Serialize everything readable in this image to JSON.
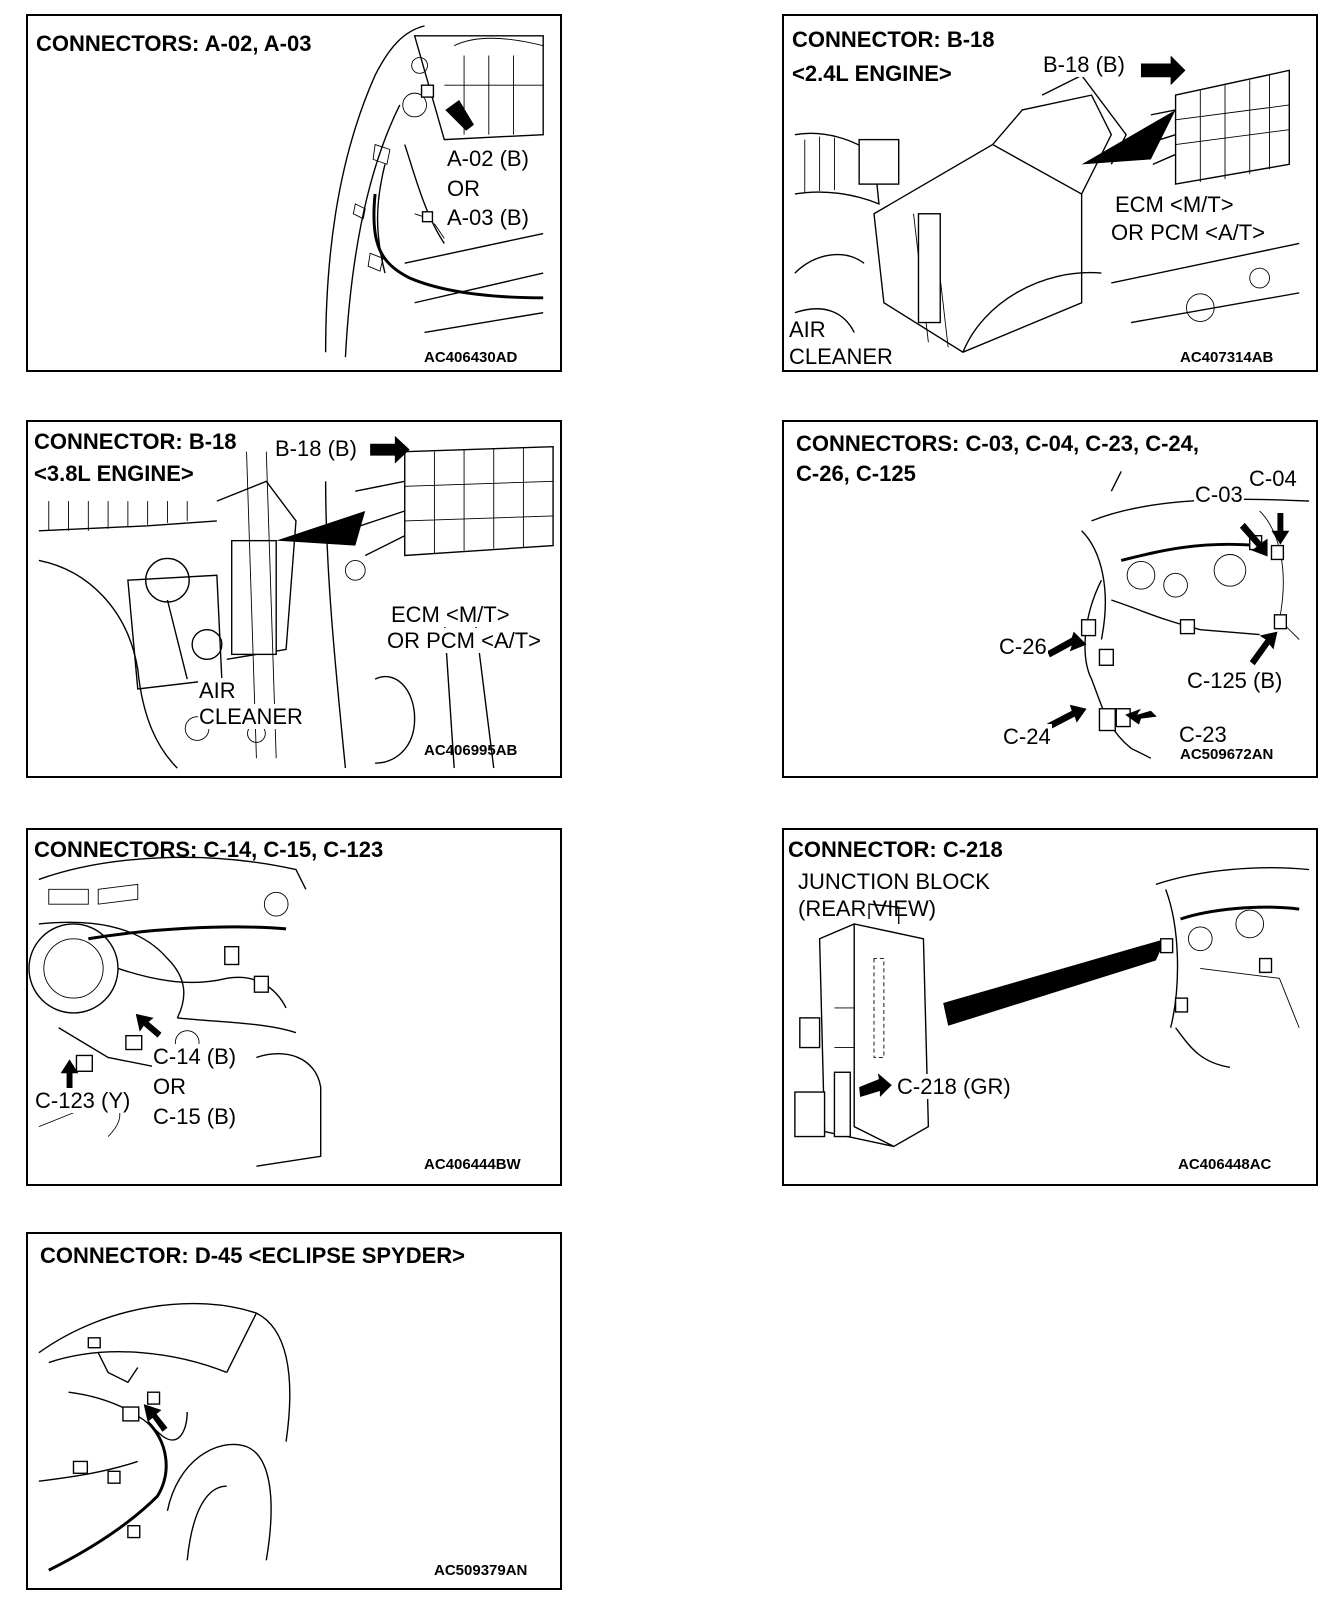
{
  "panels": {
    "p1": {
      "title": "CONNECTORS: A-02, A-03",
      "labels": [
        "A-02 (B)",
        "OR",
        "A-03 (B)"
      ],
      "code": "AC406430AD"
    },
    "p2": {
      "title": "CONNECTOR: B-18",
      "subtitle": "<2.4L ENGINE>",
      "labels": [
        "B-18 (B)",
        "ECM <M/T>",
        "OR PCM <A/T>",
        "AIR",
        "CLEANER"
      ],
      "code": "AC407314AB"
    },
    "p3": {
      "title": "CONNECTOR: B-18",
      "subtitle": "<3.8L ENGINE>",
      "labels": [
        "B-18 (B)",
        "ECM <M/T>",
        "OR PCM <A/T>",
        "AIR",
        "CLEANER"
      ],
      "code": "AC406995AB"
    },
    "p4": {
      "title": "CONNECTORS: C-03, C-04, C-23, C-24,",
      "title2": "C-26, C-125",
      "labels": [
        "C-03",
        "C-04",
        "C-26",
        "C-125 (B)",
        "C-24",
        "C-23"
      ],
      "code": "AC509672AN"
    },
    "p5": {
      "title": "CONNECTORS: C-14, C-15, C-123",
      "labels": [
        "C-14 (B)",
        "OR",
        "C-123 (Y)",
        "C-15 (B)"
      ],
      "code": "AC406444BW"
    },
    "p6": {
      "title": "CONNECTOR: C-218",
      "subtitle": "JUNCTION BLOCK",
      "subtitle2": "(REAR VIEW)",
      "labels": [
        "C-218 (GR)"
      ],
      "code": "AC406448AC"
    },
    "p7": {
      "title": "CONNECTOR: D-45 <ECLIPSE SPYDER>",
      "code": "AC509379AN"
    }
  }
}
